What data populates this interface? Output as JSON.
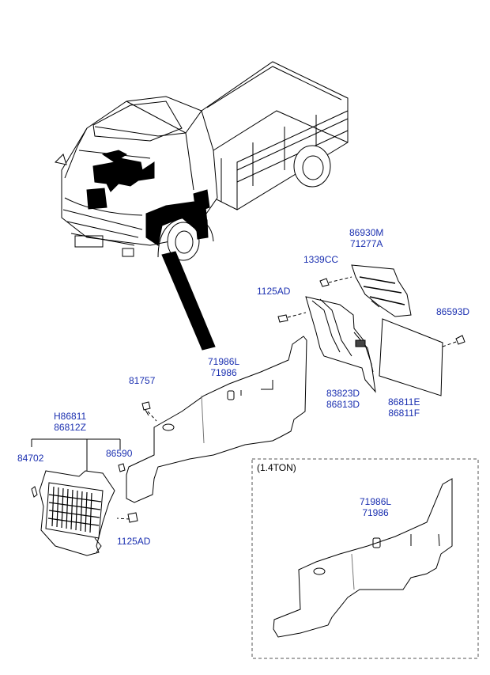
{
  "diagram": {
    "part_labels": [
      {
        "id": "p86930",
        "lines": [
          "86930M",
          "71277A"
        ]
      },
      {
        "id": "p1339",
        "lines": [
          "1339CC"
        ]
      },
      {
        "id": "p1125a",
        "lines": [
          "1125AD"
        ]
      },
      {
        "id": "p86593",
        "lines": [
          "86593D"
        ]
      },
      {
        "id": "p71986a",
        "lines": [
          "71986L",
          "71986"
        ]
      },
      {
        "id": "p81757",
        "lines": [
          "81757"
        ]
      },
      {
        "id": "p83823",
        "lines": [
          "83823D",
          "86813D"
        ]
      },
      {
        "id": "p86811",
        "lines": [
          "86811E",
          "86811F"
        ]
      },
      {
        "id": "pH86811",
        "lines": [
          "H86811",
          "86812Z"
        ]
      },
      {
        "id": "p84702",
        "lines": [
          "84702"
        ]
      },
      {
        "id": "p86590",
        "lines": [
          "86590"
        ]
      },
      {
        "id": "p1125b",
        "lines": [
          "1125AD"
        ]
      },
      {
        "id": "p71986b",
        "lines": [
          "71986L",
          "71986"
        ]
      }
    ],
    "inset_title": "(1.4TON)",
    "colors": {
      "label": "#1a2fb0",
      "line": "#000000",
      "highlight": "#000000"
    }
  }
}
